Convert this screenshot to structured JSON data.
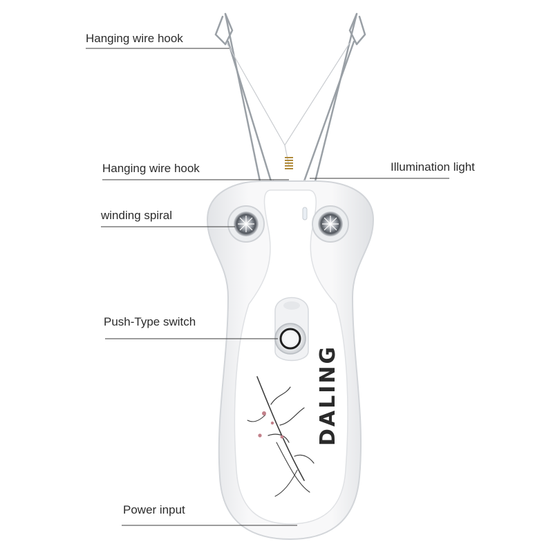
{
  "labels": {
    "hook_top": "Hanging wire hook",
    "hook_mid": "Hanging wire hook",
    "illumination": "Illumination light",
    "spiral": "winding spiral",
    "switch": "Push-Type switch",
    "power": "Power input"
  },
  "brand": "DALING",
  "colors": {
    "body": "#f4f4f5",
    "panel": "#ffffff",
    "outline": "#d7d9dc",
    "leader": "#3a3a3a",
    "label_text": "#2b2b2b"
  }
}
